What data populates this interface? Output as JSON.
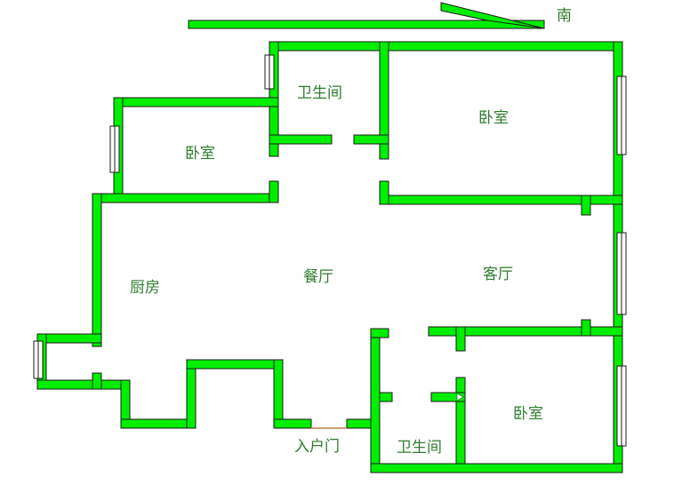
{
  "compass": {
    "direction_label": "南"
  },
  "rooms": {
    "bathroom_top": "卫生间",
    "bedroom_small": "卧室",
    "bedroom_master": "卧室",
    "kitchen": "厨房",
    "dining": "餐厅",
    "living": "客厅",
    "bathroom_bottom": "卫生间",
    "bedroom_bottom": "卧室"
  },
  "entrance": {
    "label": "入户门"
  },
  "colors": {
    "wall_fill": "#00ee00",
    "wall_stroke": "#1a1a1a",
    "label_text": "#2e7d2e",
    "window_fill": "#ffffff",
    "door_gap": "#c8a070"
  }
}
